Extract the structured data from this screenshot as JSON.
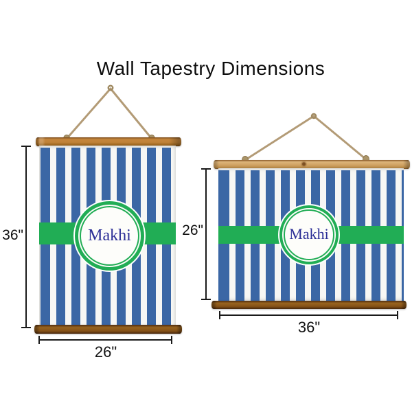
{
  "title": "Wall Tapestry Dimensions",
  "portrait_tapestry": {
    "monogram": "Makhi",
    "height_dimension": "36\"",
    "width_dimension": "26\""
  },
  "landscape_tapestry": {
    "monogram": "Makhi",
    "height_dimension": "26\"",
    "width_dimension": "36\""
  },
  "colors": {
    "stripe_blue": "#3b67a5",
    "band_green": "#21ad55",
    "monogram_navy": "#2b2e96",
    "dimension_black": "#1a1a1a",
    "rope_tan": "#b39b76",
    "rod_golden_wood": "#b5752c",
    "rod_light_wood": "#cfa161",
    "rod_dark_wood": "#835016"
  }
}
